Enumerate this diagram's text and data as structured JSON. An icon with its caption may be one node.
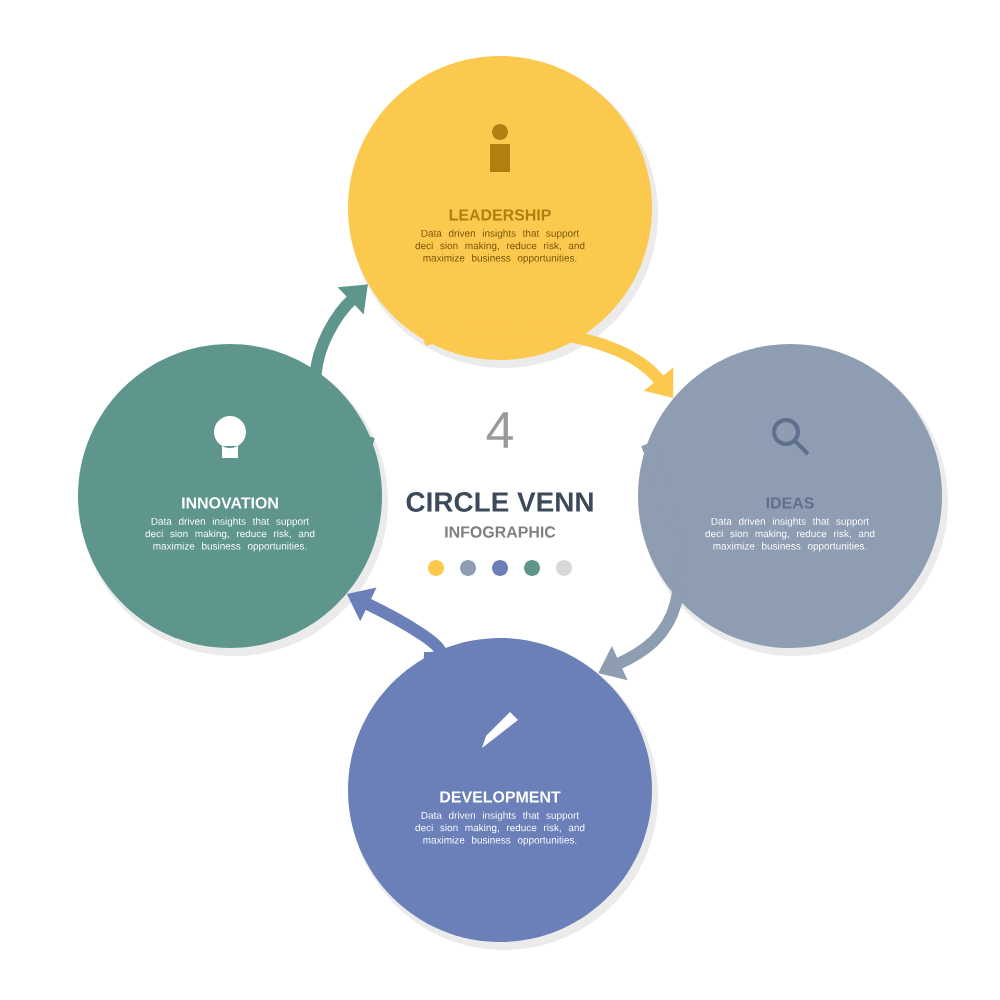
{
  "diagram": {
    "nodes": [
      {
        "text": [
          "LEADERSHIP",
          "Data driven insights that support deci sion making, reduce risk, and maximize business opportunities."
        ]
      },
      {
        "text": [
          "INNOVATION",
          "Data driven insights that support deci sion making, reduce risk, and maximize business opportunities."
        ]
      },
      {
        "text": [
          "IDEAS",
          "Data driven insights that support deci sion making, reduce risk, and maximize business opportunities."
        ]
      },
      {
        "text": [
          "DEVELOPMENT",
          "Data driven insights that support deci sion making, reduce risk, and maximize business opportunities."
        ]
      }
    ],
    "edges": [
      {
        "from": 0,
        "to": 2,
        "arrow": "to",
        "color": "#fcc94f"
      },
      {
        "from": 2,
        "to": 3,
        "arrow": "to",
        "color": "#8f9db2"
      },
      {
        "from": 3,
        "to": 1,
        "arrow": "to",
        "color": "#6b80b8"
      },
      {
        "from": 1,
        "to": 0,
        "arrow": "to",
        "color": "#5e968d"
      }
    ],
    "labels": [
      "4",
      "CIRCLE VENN",
      "INFOGRAPHIC"
    ]
  }
}
